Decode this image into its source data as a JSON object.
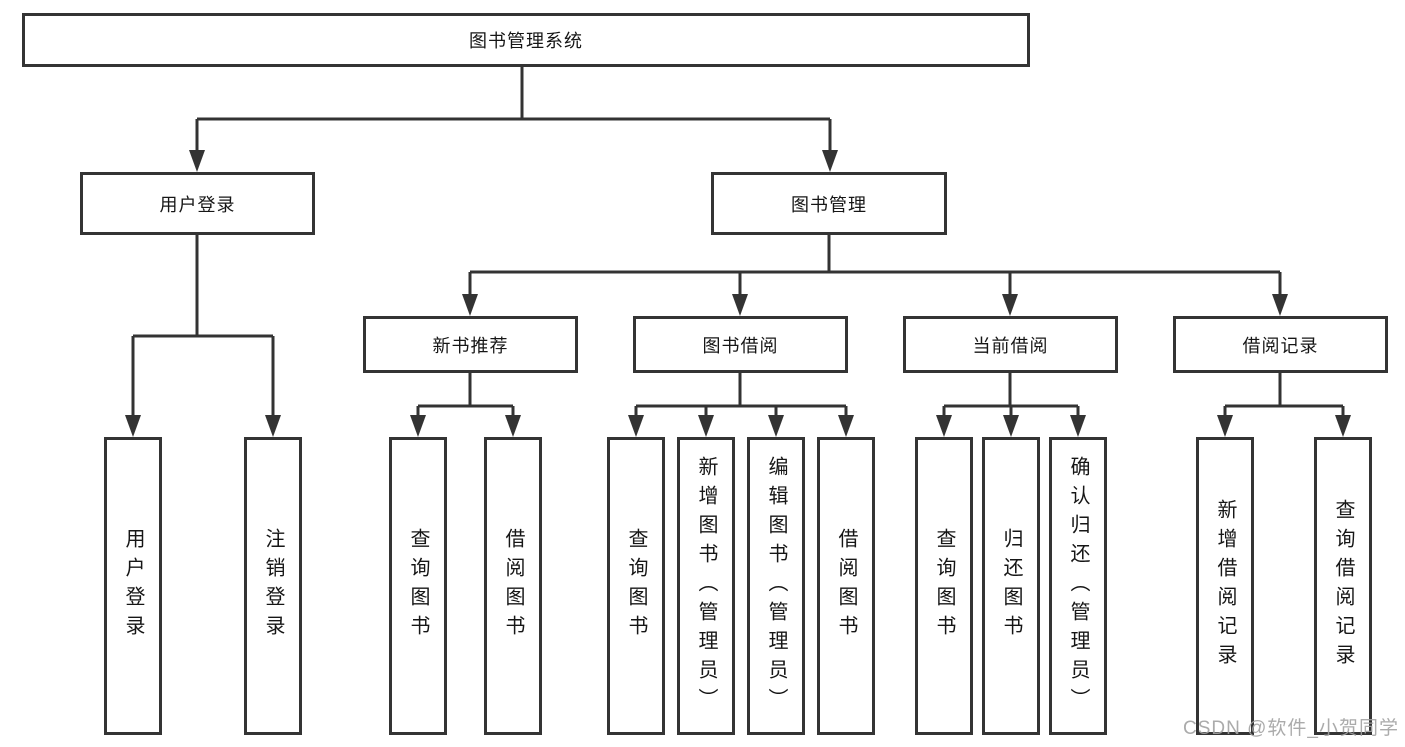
{
  "diagram": {
    "root": {
      "label": "图书管理系统"
    },
    "branches": {
      "user_login": {
        "label": "用户登录",
        "children": [
          "用户登录",
          "注销登录"
        ]
      },
      "book_mgmt": {
        "label": "图书管理",
        "sections": {
          "new_book": {
            "label": "新书推荐",
            "children": [
              "查询图书",
              "借阅图书"
            ]
          },
          "book_borrow": {
            "label": "图书借阅",
            "children": [
              "查询图书",
              "新增图书（管理员）",
              "编辑图书（管理员）",
              "借阅图书"
            ]
          },
          "current_borrow": {
            "label": "当前借阅",
            "children": [
              "查询图书",
              "归还图书",
              "确认归还（管理员）"
            ]
          },
          "borrow_records": {
            "label": "借阅记录",
            "children": [
              "新增借阅记录",
              "查询借阅记录"
            ]
          }
        }
      }
    }
  },
  "watermark": "CSDN @软件_小贺同学",
  "colors": {
    "line": "#333333",
    "box_border": "#343434",
    "text": "#161616",
    "watermark": "#a2a2a2"
  }
}
